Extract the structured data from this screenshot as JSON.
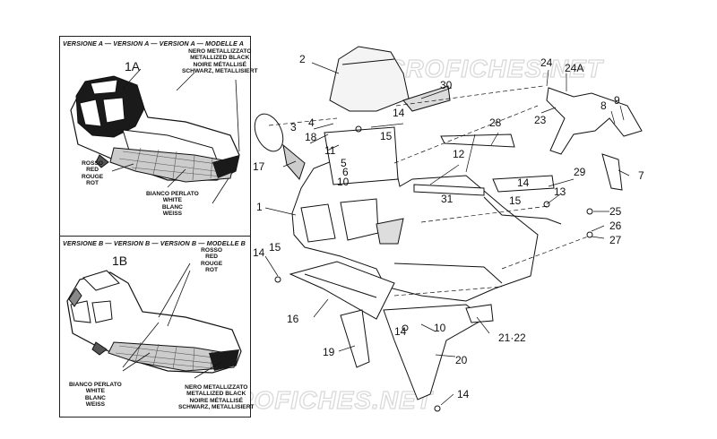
{
  "watermark": "MICROFICHES.NET",
  "panel_a": {
    "header": "VERSIONE A — VERSION A — VERSION A — MODELLE A",
    "part_label": "1A",
    "note_black": [
      "NERO METALLIZZATO",
      "METALLIZED BLACK",
      "NOIRE MÉTALLISÉ",
      "SCHWARZ, METALLISIERT"
    ],
    "note_red": [
      "ROSSO",
      "RED",
      "ROUGE",
      "ROT"
    ],
    "note_white": [
      "BIANCO PERLATO",
      "WHITE",
      "BLANC",
      "WEISS"
    ]
  },
  "panel_b": {
    "header": "VERSIONE B — VERSION B — VERSION B — MODELLE B",
    "part_label": "1B",
    "note_red": [
      "ROSSO",
      "RED",
      "ROUGE",
      "ROT"
    ],
    "note_white": [
      "BIANCO PERLATO",
      "WHITE",
      "BLANC",
      "WEISS"
    ],
    "note_black": [
      "NERO METALLIZZATO",
      "METALLIZED BLACK",
      "NOIRE MÉTALLISÉ",
      "SCHWARZ, METALLISIERT"
    ]
  },
  "callouts": {
    "c1": "1",
    "c2": "2",
    "c3": "3",
    "c4": "4",
    "c5": "5",
    "c6": "6",
    "c7": "7",
    "c8": "8",
    "c9": "9",
    "c10a": "10",
    "c10b": "10",
    "c11": "11",
    "c12": "12",
    "c13": "13",
    "c14a": "14",
    "c14b": "14",
    "c14c": "14",
    "c14d": "14",
    "c14e": "14",
    "c15a": "15",
    "c15b": "15",
    "c15c": "15",
    "c16": "16",
    "c17": "17",
    "c18": "18",
    "c19": "19",
    "c20": "20",
    "c2122": "21·22",
    "c23": "23",
    "c24": "24",
    "c24a": "24A",
    "c25": "25",
    "c26": "26",
    "c27": "27",
    "c28": "28",
    "c29": "29",
    "c30": "30",
    "c31": "31"
  }
}
